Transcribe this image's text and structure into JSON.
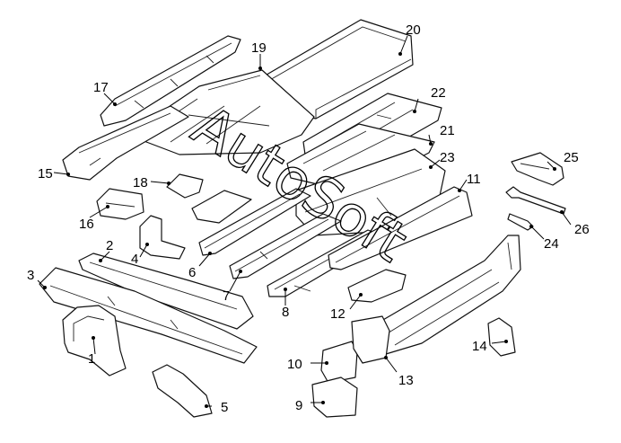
{
  "diagram": {
    "callouts": [
      {
        "id": "c1",
        "label": "1"
      },
      {
        "id": "c2",
        "label": "2"
      },
      {
        "id": "c3",
        "label": "3"
      },
      {
        "id": "c4",
        "label": "4"
      },
      {
        "id": "c5",
        "label": "5"
      },
      {
        "id": "c6",
        "label": "6"
      },
      {
        "id": "c7",
        "label": "7"
      },
      {
        "id": "c8",
        "label": "8"
      },
      {
        "id": "c9",
        "label": "9"
      },
      {
        "id": "c10",
        "label": "10"
      },
      {
        "id": "c11",
        "label": "11"
      },
      {
        "id": "c12",
        "label": "12"
      },
      {
        "id": "c13",
        "label": "13"
      },
      {
        "id": "c14",
        "label": "14"
      },
      {
        "id": "c15",
        "label": "15"
      },
      {
        "id": "c16",
        "label": "16"
      },
      {
        "id": "c17",
        "label": "17"
      },
      {
        "id": "c18",
        "label": "18"
      },
      {
        "id": "c19",
        "label": "19"
      },
      {
        "id": "c20",
        "label": "20"
      },
      {
        "id": "c21",
        "label": "21"
      },
      {
        "id": "c22",
        "label": "22"
      },
      {
        "id": "c23",
        "label": "23"
      },
      {
        "id": "c24",
        "label": "24"
      },
      {
        "id": "c25",
        "label": "25"
      },
      {
        "id": "c26",
        "label": "26"
      }
    ],
    "watermark": "AutoSoft"
  }
}
